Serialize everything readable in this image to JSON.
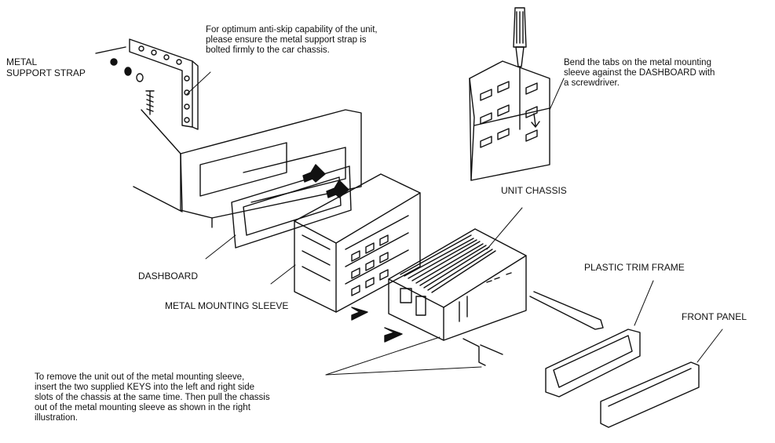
{
  "labels": {
    "metal_support_strap": "METAL\nSUPPORT STRAP",
    "anti_skip_note": "For optimum anti-skip capability of the unit,\nplease ensure the metal support strap is\nbolted firmly to the car chassis.",
    "bend_tabs_note": "Bend the tabs on the metal mounting\nsleeve against the DASHBOARD with\na screwdriver.",
    "unit_chassis": "UNIT CHASSIS",
    "dashboard": "DASHBOARD",
    "plastic_trim_frame": "PLASTIC TRIM FRAME",
    "metal_mounting_sleeve": "METAL MOUNTING SLEEVE",
    "front_panel": "FRONT PANEL",
    "remove_unit_note": "To remove the unit out of the metal mounting sleeve,\ninsert the two supplied KEYS into the left and right side\nslots of the chassis at the same time. Then pull the chassis\nout of the metal mounting sleeve as shown in the right\nillustration."
  },
  "colors": {
    "ink": "#111111",
    "background": "#ffffff"
  }
}
